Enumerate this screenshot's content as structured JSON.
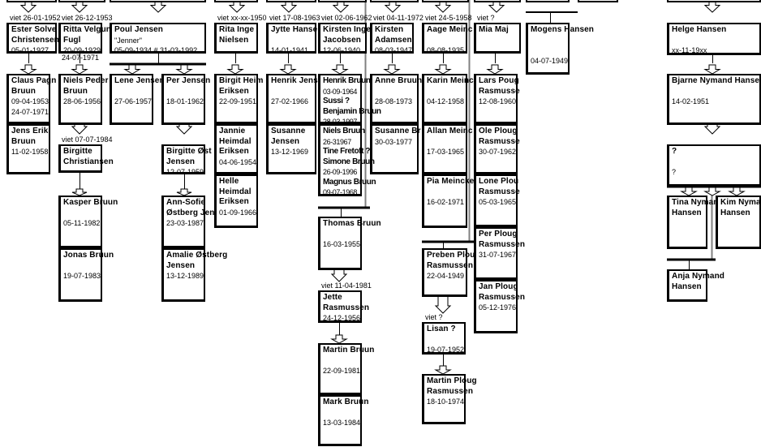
{
  "title": "Family tree",
  "colors": {
    "line": "#000000",
    "guide": "#808080",
    "background": "#ffffff"
  },
  "marriages": [
    "viet 26-01-1952",
    "viet 26-12-1953",
    "viet xx-xx-1950",
    "viet 17-08-1963",
    "viet 02-06-1962",
    "viet 04-11-1972",
    "viet 24-5-1958",
    "viet ?",
    "viet 07-07-1984",
    "viet 11-04-1981",
    "viet ?"
  ],
  "notes": [
    "24-07-1971"
  ],
  "people": [
    {
      "lines": [
        {
          "n": "Ester Solve"
        },
        {
          "n": "Christensen"
        },
        {
          "d": "05-01-1927"
        }
      ]
    },
    {
      "lines": [
        {
          "n": "Ritta Velgun"
        },
        {
          "n": "Fugl"
        },
        {
          "d": "20-09-1929"
        }
      ]
    },
    {
      "lines": [
        {
          "n": "Poul Jensen"
        },
        {
          "d": "\"Jenner\""
        },
        {
          "d": "05-09-1934   #    31-03-1992"
        }
      ]
    },
    {
      "lines": [
        {
          "n": "Rita Inge"
        },
        {
          "n": "Nielsen"
        }
      ]
    },
    {
      "lines": [
        {
          "n": "Jytte Hanse"
        },
        {
          "d": ""
        },
        {
          "d": "14-01-1941"
        }
      ]
    },
    {
      "lines": [
        {
          "n": "Kirsten Inge"
        },
        {
          "n": "Jacobsen"
        },
        {
          "d": "12-06-1940"
        }
      ]
    },
    {
      "lines": [
        {
          "n": "Kirsten"
        },
        {
          "n": "Adamsen"
        },
        {
          "d": "08-03-1947"
        }
      ]
    },
    {
      "lines": [
        {
          "n": "Aage Meinc"
        },
        {
          "d": ""
        },
        {
          "d": "08-08-1935"
        }
      ]
    },
    {
      "lines": [
        {
          "n": "Mia Maj"
        }
      ]
    },
    {
      "lines": [
        {
          "n": "Mogens Hansen"
        },
        {
          "d": ""
        },
        {
          "d": ""
        },
        {
          "d": "04-07-1949"
        }
      ]
    },
    {
      "lines": [
        {
          "n": "Helge Hansen"
        },
        {
          "d": ""
        },
        {
          "d": "xx-11-19xx"
        }
      ]
    },
    {
      "lines": [
        {
          "n": "Claus Pagn"
        },
        {
          "n": "Bruun"
        },
        {
          "d": "09-04-1953"
        },
        {
          "d": "24-07-1971"
        }
      ]
    },
    {
      "lines": [
        {
          "n": "Jens Erik"
        },
        {
          "n": "Bruun"
        },
        {
          "d": "11-02-1958"
        }
      ]
    },
    {
      "lines": [
        {
          "n": "Niels Peder"
        },
        {
          "n": "Bruun"
        },
        {
          "d": "28-06-1956"
        }
      ]
    },
    {
      "lines": [
        {
          "n": "Lene Jensen"
        },
        {
          "d": ""
        },
        {
          "d": "27-06-1957"
        }
      ]
    },
    {
      "lines": [
        {
          "n": "Per Jensen"
        },
        {
          "d": ""
        },
        {
          "d": "18-01-1962"
        }
      ]
    },
    {
      "lines": [
        {
          "n": "Birgit Heim"
        },
        {
          "n": "Eriksen"
        },
        {
          "d": "22-09-1951"
        }
      ]
    },
    {
      "lines": [
        {
          "n": "Jannie"
        },
        {
          "n": "Heimdal"
        },
        {
          "n": "Eriksen"
        },
        {
          "d": "04-06-1954"
        }
      ]
    },
    {
      "lines": [
        {
          "n": "Helle"
        },
        {
          "n": "Heimdal"
        },
        {
          "n": "Eriksen"
        },
        {
          "d": "01-09-1966"
        }
      ]
    },
    {
      "lines": [
        {
          "n": "Henrik Jens"
        },
        {
          "d": ""
        },
        {
          "d": "27-02-1966"
        }
      ]
    },
    {
      "lines": [
        {
          "n": "Susanne"
        },
        {
          "n": "Jensen"
        },
        {
          "d": "13-12-1969"
        }
      ]
    },
    {
      "lines": [
        {
          "n": "Henrik Bruun"
        },
        {
          "d": "03-09-1964"
        },
        {
          "n": "Sussi ?"
        },
        {
          "n": "Benjamin Bruun"
        },
        {
          "d": "28-03-1997"
        }
      ]
    },
    {
      "lines": [
        {
          "n": "Niels Bruun"
        },
        {
          "d": "26-31967"
        },
        {
          "n": "Tine Fretoft ?"
        },
        {
          "n": "Simone Bruun"
        },
        {
          "d": "26-09-1996"
        },
        {
          "n": "Magnus Bruun"
        },
        {
          "d": "09-07-1968"
        }
      ]
    },
    {
      "lines": [
        {
          "n": "Anne Bruun"
        },
        {
          "d": ""
        },
        {
          "d": "28-08-1973"
        }
      ]
    },
    {
      "lines": [
        {
          "n": "Susanne Br"
        },
        {
          "d": "30-03-1977"
        }
      ]
    },
    {
      "lines": [
        {
          "n": "Karin Meinc"
        },
        {
          "d": ""
        },
        {
          "d": "04-12-1958"
        }
      ]
    },
    {
      "lines": [
        {
          "n": "Allan Meinc"
        },
        {
          "d": ""
        },
        {
          "d": "17-03-1965"
        }
      ]
    },
    {
      "lines": [
        {
          "n": "Pia Meincke"
        },
        {
          "d": ""
        },
        {
          "d": "16-02-1971"
        }
      ]
    },
    {
      "lines": [
        {
          "n": "Lars Poug"
        },
        {
          "n": "Rasmusse"
        },
        {
          "d": "12-08-1960"
        }
      ]
    },
    {
      "lines": [
        {
          "n": "Ole Ploug"
        },
        {
          "n": "Rasmusse"
        },
        {
          "d": "30-07-1962"
        }
      ]
    },
    {
      "lines": [
        {
          "n": "Lone Plou"
        },
        {
          "n": "Rasmusse"
        },
        {
          "d": "05-03-1965"
        }
      ]
    },
    {
      "lines": [
        {
          "n": "Per Ploug"
        },
        {
          "n": "Rasmussen"
        },
        {
          "d": "31-07-1967"
        }
      ]
    },
    {
      "lines": [
        {
          "n": "Jan Ploug"
        },
        {
          "n": "Rasmussen"
        },
        {
          "d": "05-12-1976"
        }
      ]
    },
    {
      "lines": [
        {
          "n": "Bjarne Nymand Hansen"
        },
        {
          "d": ""
        },
        {
          "d": "14-02-1951"
        }
      ]
    },
    {
      "lines": [
        {
          "n": "  ?"
        },
        {
          "d": ""
        },
        {
          "d": " ?"
        }
      ]
    },
    {
      "lines": [
        {
          "n": "Tina Nyman"
        },
        {
          "n": "Hansen"
        }
      ]
    },
    {
      "lines": [
        {
          "n": "Kim Nyman"
        },
        {
          "n": "Hansen"
        }
      ]
    },
    {
      "lines": [
        {
          "n": "Anja Nymand"
        },
        {
          "n": "Hansen"
        }
      ]
    },
    {
      "lines": [
        {
          "n": "Birgitte"
        },
        {
          "n": "Christiansen"
        }
      ]
    },
    {
      "lines": [
        {
          "n": "Kasper Bruun"
        },
        {
          "d": ""
        },
        {
          "d": "05-11-1982"
        }
      ]
    },
    {
      "lines": [
        {
          "n": "Jonas Bruun"
        },
        {
          "d": ""
        },
        {
          "d": "19-07-1983"
        }
      ]
    },
    {
      "lines": [
        {
          "n": "Birgitte Øst"
        },
        {
          "n": "Jensen"
        },
        {
          "d": "12-07-1959"
        }
      ]
    },
    {
      "lines": [
        {
          "n": "Ann-Sofie"
        },
        {
          "n": "Østberg Jen"
        },
        {
          "d": "23-03-1987"
        }
      ]
    },
    {
      "lines": [
        {
          "n": "Amalie Østberg"
        },
        {
          "n": "Jensen"
        },
        {
          "d": "13-12-1989"
        }
      ]
    },
    {
      "lines": [
        {
          "n": "Thomas Bruun"
        },
        {
          "d": ""
        },
        {
          "d": "16-03-1955"
        }
      ]
    },
    {
      "lines": [
        {
          "n": "Jette"
        },
        {
          "n": "Rasmussen"
        },
        {
          "d": "24-12-1956"
        }
      ]
    },
    {
      "lines": [
        {
          "n": "Martin Bruun"
        },
        {
          "d": ""
        },
        {
          "d": "22-09-1981"
        }
      ]
    },
    {
      "lines": [
        {
          "n": "Mark Bruun"
        },
        {
          "d": ""
        },
        {
          "d": "13-03-1984"
        }
      ]
    },
    {
      "lines": [
        {
          "n": "Preben Plou"
        },
        {
          "n": "Rasmussen"
        },
        {
          "d": "22-04-1949"
        }
      ]
    },
    {
      "lines": [
        {
          "n": "Lisan ?"
        },
        {
          "d": ""
        },
        {
          "d": "19-07-1952"
        }
      ]
    },
    {
      "lines": [
        {
          "n": "Martin Ploug"
        },
        {
          "n": "Rasmussen"
        },
        {
          "d": "18-10-1974"
        }
      ]
    }
  ]
}
